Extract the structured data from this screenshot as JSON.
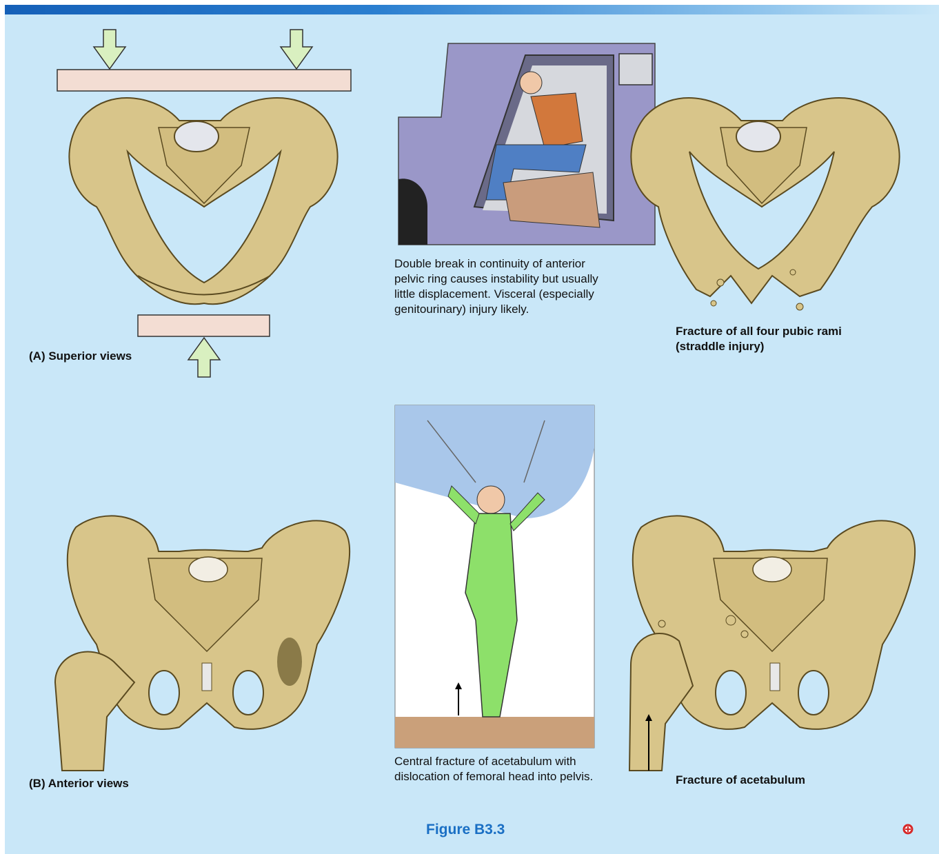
{
  "panel_a": {
    "label": "(A) Superior views",
    "caption_mid": "Double break in continuity of anterior pelvic ring causes instability but usually little displacement. Visceral (especially genitourinary) injury likely.",
    "caption_right": "Fracture of all four pubic rami (straddle injury)"
  },
  "panel_b": {
    "label": "(B) Anterior views",
    "caption_mid": "Central fracture of acetabulum with dislocation of femoral head into pelvis.",
    "caption_right": "Fracture of acetabulum"
  },
  "figure": {
    "title": "Figure B3.3"
  },
  "colors": {
    "background": "#c9e7f8",
    "bone": "#d8c58a",
    "plate": "#f3ddd3",
    "arrow": "#d9f0c0",
    "accent": "#1a6fc4"
  },
  "icons": {
    "corner": "red-plus-circle-icon"
  }
}
